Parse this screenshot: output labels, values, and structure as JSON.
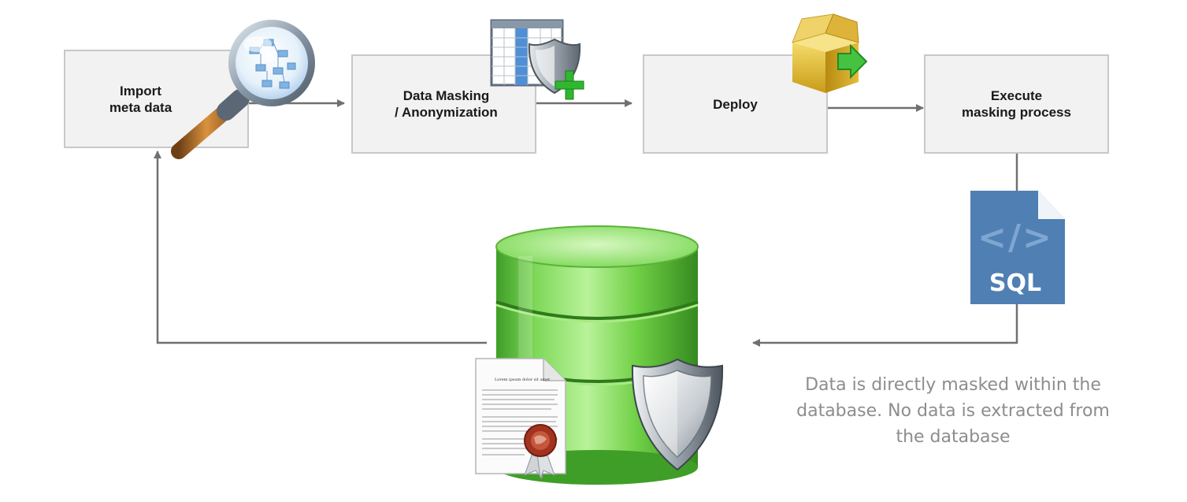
{
  "steps": {
    "import": {
      "line1": "Import",
      "line2": "meta data"
    },
    "masking": {
      "line1": "Data Masking",
      "line2": "/ Anonymization"
    },
    "deploy": {
      "line1": "Deploy"
    },
    "execute": {
      "line1": "Execute",
      "line2": "masking process"
    }
  },
  "sql_file": {
    "label": "SQL",
    "symbol": "</>"
  },
  "document": {
    "heading": "Lorem ipsum dolor sit amet"
  },
  "note": {
    "line1": "Data is directly masked within the",
    "line2": "database. No data is extracted from",
    "line3": "the database"
  },
  "colors": {
    "box_fill": "#f2f2f2",
    "box_border": "#c8c8c8",
    "connector": "#707070",
    "database_green": "#6fcf45",
    "sql_blue": "#4f7fb3",
    "note_text": "#8d8d8d"
  },
  "icons": [
    "magnifier-icon",
    "table-shield-icon",
    "box-icon",
    "sql-file-icon",
    "database-icon",
    "document-icon",
    "shield-icon"
  ]
}
